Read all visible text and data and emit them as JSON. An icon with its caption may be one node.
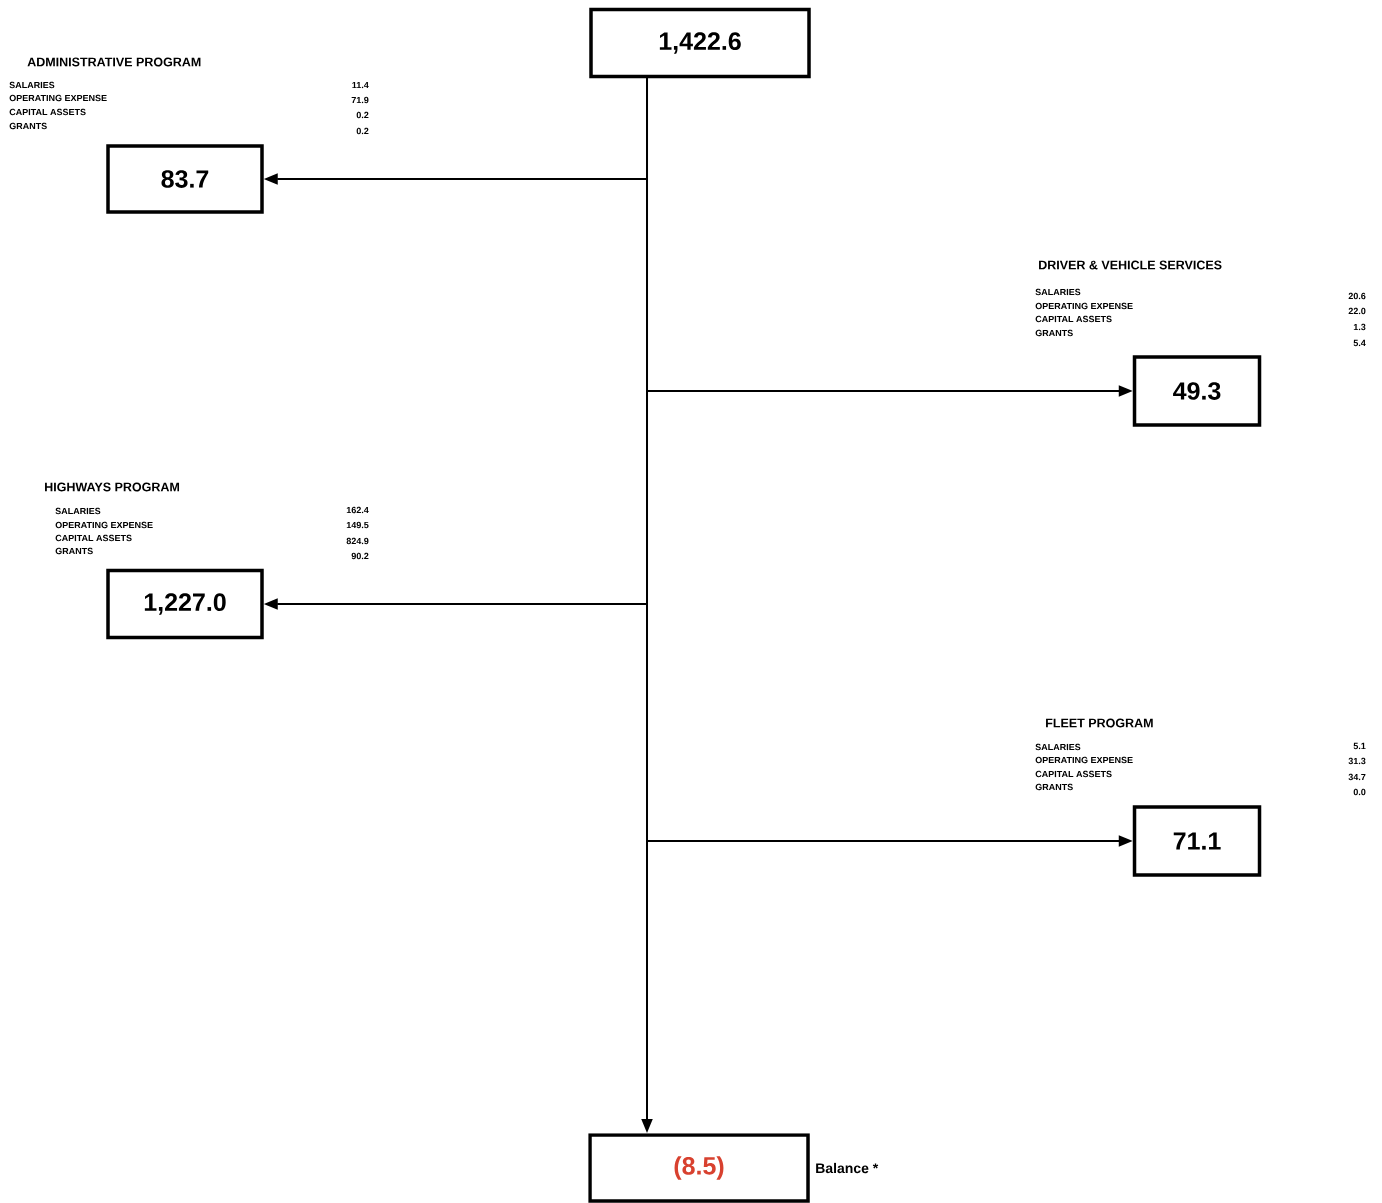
{
  "diagram": {
    "nodes": [
      {
        "text": [
          "1,422.6"
        ]
      },
      {
        "text": [
          "83.7"
        ],
        "beside": [
          "ADMINISTRATIVE PROGRAM",
          "SALARIES",
          "11.4",
          "OPERATING EXPENSE",
          "71.9",
          "CAPITAL ASSETS",
          "0.2",
          "GRANTS",
          "0.2"
        ]
      },
      {
        "text": [
          "49.3"
        ],
        "beside": [
          "DRIVER & VEHICLE SERVICES",
          "SALARIES",
          "20.6",
          "OPERATING EXPENSE",
          "22.0",
          "CAPITAL ASSETS",
          "1.3",
          "GRANTS",
          "5.4"
        ]
      },
      {
        "text": [
          "1,227.0"
        ],
        "beside": [
          "HIGHWAYS PROGRAM",
          "SALARIES",
          "162.4",
          "OPERATING EXPENSE",
          "149.5",
          "CAPITAL ASSETS",
          "824.9",
          "GRANTS",
          "90.2"
        ]
      },
      {
        "text": [
          "71.1"
        ],
        "beside": [
          "FLEET PROGRAM",
          "SALARIES",
          "5.1",
          "OPERATING EXPENSE",
          "31.3",
          "CAPITAL ASSETS",
          "34.7",
          "GRANTS",
          "0.0"
        ]
      },
      {
        "text": [
          "(8.5)"
        ],
        "beside": [
          "Balance *"
        ]
      }
    ],
    "edges": [
      {
        "from": 0,
        "to": 1,
        "arrow": "to"
      },
      {
        "from": 0,
        "to": 2,
        "arrow": "to"
      },
      {
        "from": 0,
        "to": 3,
        "arrow": "to"
      },
      {
        "from": 0,
        "to": 4,
        "arrow": "to"
      },
      {
        "from": 0,
        "to": 5,
        "arrow": "to"
      }
    ]
  }
}
